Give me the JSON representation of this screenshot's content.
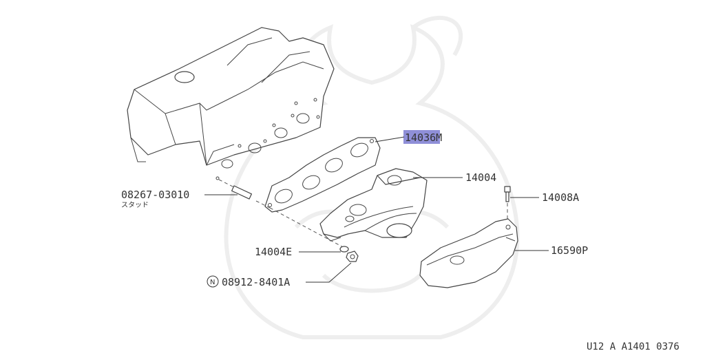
{
  "callouts": {
    "gasket": "14036M",
    "manifold": "14004",
    "bolt": "14008A",
    "heat_insulator": "16590P",
    "stud": "08267-03010",
    "stud_note": "スタッド",
    "washer": "14004E",
    "nut_symbol": "N",
    "nut": "08912-8401A"
  },
  "diagram_code": "U12 A A1401 0376",
  "highlight_color": "#8f8fd8"
}
